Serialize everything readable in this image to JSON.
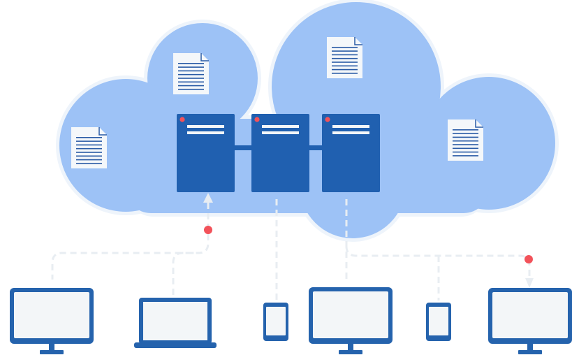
{
  "palette": {
    "cloud_fill": "#9dc2f6",
    "cloud_outline": "#eef4fb",
    "server_blue": "#2060b0",
    "device_blue": "#2563ad",
    "screen_fill": "#f3f6f8",
    "document_fill": "#f4f7fa",
    "document_lines": "#2a5ba6",
    "status_dot": "#f2525a",
    "connector": "#e8edf2",
    "page_background": "#ffffff"
  },
  "cloud": {
    "icon": "cloud-icon"
  },
  "documents": [
    {
      "icon": "document-icon"
    },
    {
      "icon": "document-icon"
    },
    {
      "icon": "document-icon"
    },
    {
      "icon": "document-icon"
    }
  ],
  "servers": [
    {
      "icon": "server-icon",
      "status": "active"
    },
    {
      "icon": "server-icon",
      "status": "active"
    },
    {
      "icon": "server-icon",
      "status": "active"
    }
  ],
  "devices": [
    {
      "type": "desktop-monitor",
      "icon": "monitor-icon"
    },
    {
      "type": "laptop",
      "icon": "laptop-icon"
    },
    {
      "type": "phone",
      "icon": "phone-icon"
    },
    {
      "type": "desktop-monitor",
      "icon": "monitor-icon"
    },
    {
      "type": "phone",
      "icon": "phone-icon"
    },
    {
      "type": "desktop-monitor",
      "icon": "monitor-icon"
    }
  ],
  "connections": [
    {
      "from": "desktop-monitor-1",
      "to": "server-1",
      "direction": "upload",
      "has_marker": true
    },
    {
      "from": "laptop-1",
      "to": "server-1",
      "direction": "upload",
      "has_marker": false
    },
    {
      "from": "phone-1",
      "to": "server-2",
      "direction": "none",
      "has_marker": false
    },
    {
      "from": "server-3",
      "to": "desktop-monitor-2",
      "direction": "none",
      "has_marker": false
    },
    {
      "from": "server-3",
      "to": "phone-2",
      "direction": "none",
      "has_marker": false
    },
    {
      "from": "server-3",
      "to": "desktop-monitor-3",
      "direction": "download",
      "has_marker": true
    }
  ]
}
